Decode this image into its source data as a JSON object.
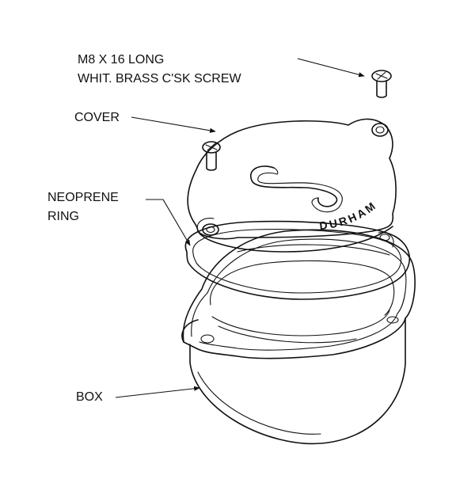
{
  "labels": {
    "screw_line1": "M8 X 16 LONG",
    "screw_line2": "WHIT. BRASS C'SK SCREW",
    "cover": "COVER",
    "ring_line1": "NEOPRENE",
    "ring_line2": "RING",
    "box": "BOX"
  },
  "cover_stamp": "DURHAM",
  "colors": {
    "line": "#111111",
    "background": "#ffffff"
  }
}
